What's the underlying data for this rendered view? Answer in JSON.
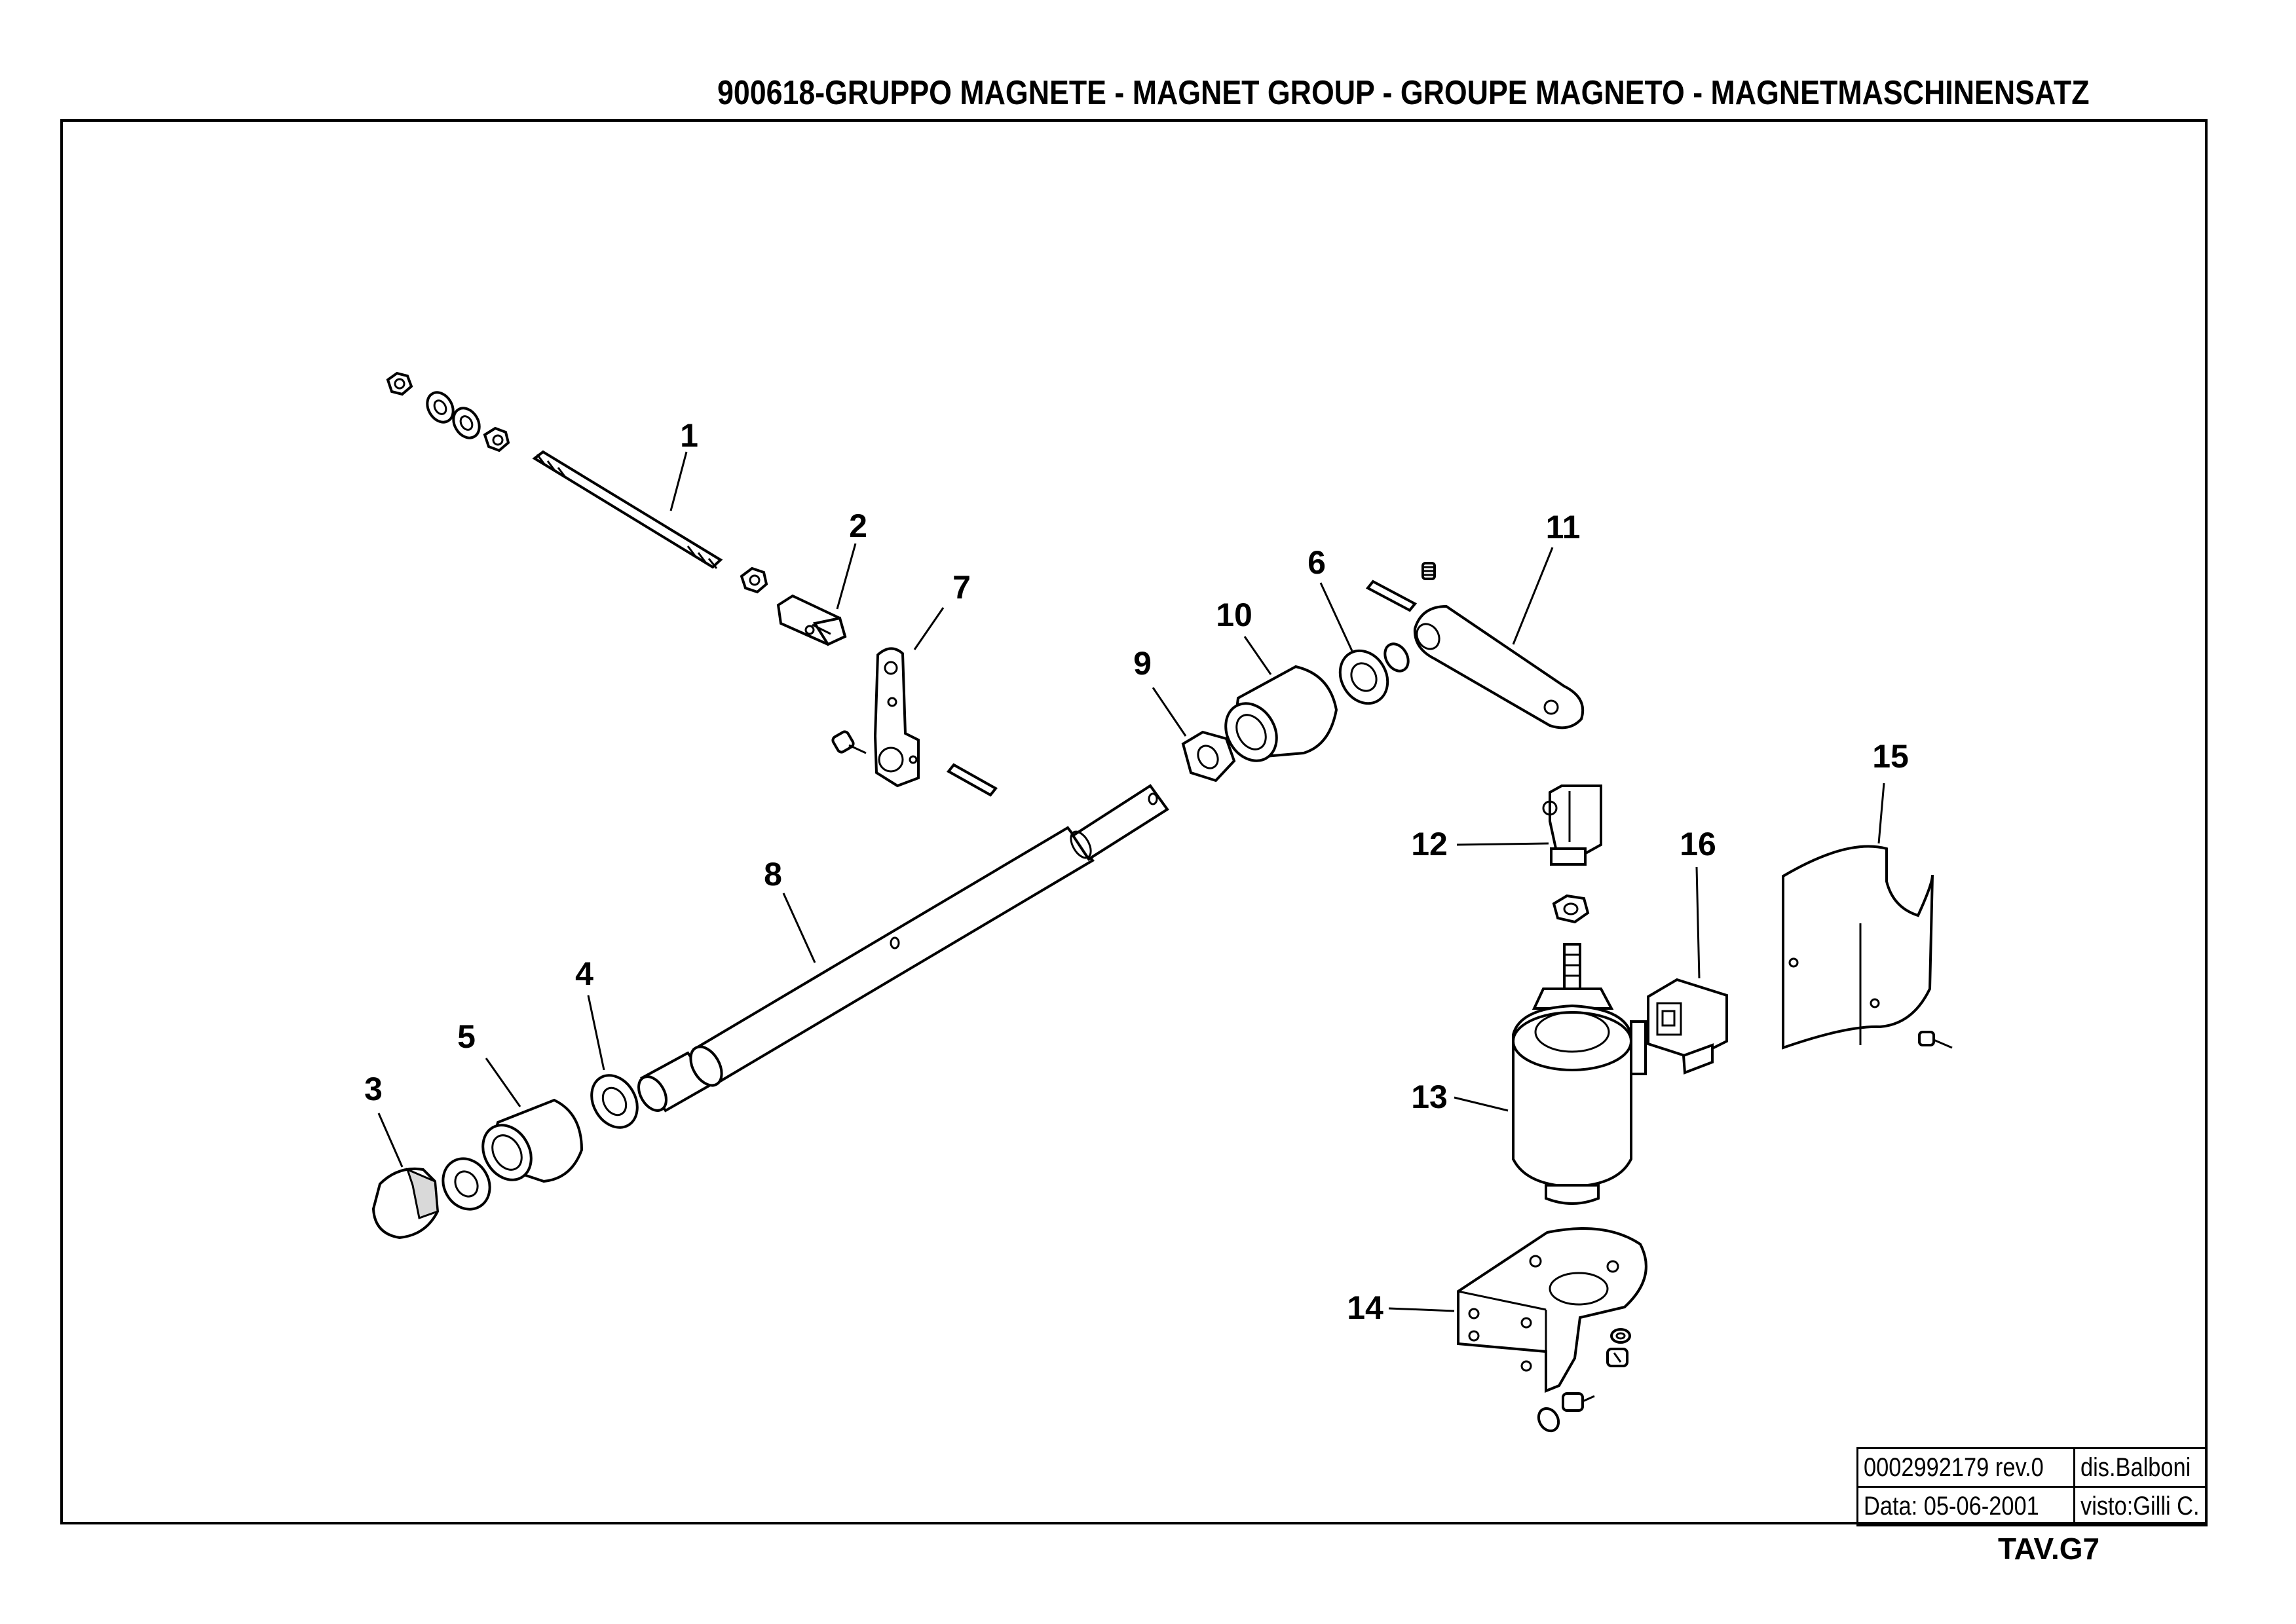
{
  "title": "900618-GRUPPO MAGNETE - MAGNET GROUP - GROUPE MAGNETO - MAGNETMASCHINENSATZ",
  "title_block": {
    "drawing_number": "0002992179 rev.0",
    "drawn_by": "dis.Balboni",
    "date": "Data: 05-06-2001",
    "checked_by": "visto:Gilli C."
  },
  "sheet_ref": "TAV.G7",
  "callouts": [
    "1",
    "2",
    "3",
    "4",
    "5",
    "6",
    "7",
    "8",
    "9",
    "10",
    "11",
    "12",
    "13",
    "14",
    "15",
    "16"
  ]
}
